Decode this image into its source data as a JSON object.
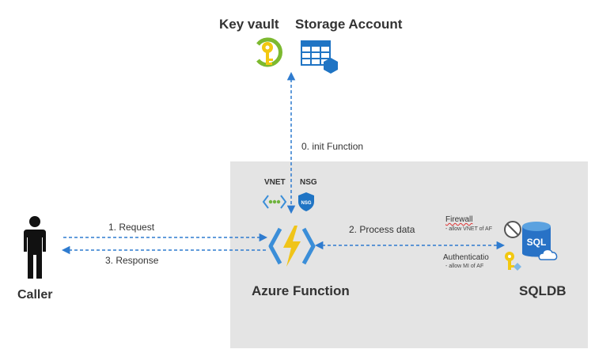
{
  "top": {
    "key_vault_label": "Key vault",
    "storage_account_label": "Storage Account"
  },
  "arrows": {
    "init": "0. init",
    "init_rest": "Function",
    "request": "1. Request",
    "process": "2. Process data",
    "response": "3. Response"
  },
  "vnet": {
    "vnet_label": "VNET",
    "nsg_label": "NSG",
    "nsg_badge": "NSG"
  },
  "caller": {
    "label": "Caller"
  },
  "function": {
    "label": "Azure Function"
  },
  "sqldb": {
    "label": "SQLDB",
    "sql_text": "SQL",
    "firewall_title": "Firewall",
    "firewall_note": "- allow VNET of AF",
    "auth_title": "Authenticatio",
    "auth_note": "- allow MI of AF"
  },
  "colors": {
    "arrow": "#2e7bcf",
    "keyvault_green": "#7cb92f",
    "keyvault_yellow": "#f2c811",
    "storage_blue": "#1f74c4",
    "function_blue": "#3b8ed8",
    "function_bolt": "#f0c419",
    "sql_blue": "#2872c6",
    "vnet_green": "#6fb33e",
    "shade": "#e4e4e4"
  }
}
